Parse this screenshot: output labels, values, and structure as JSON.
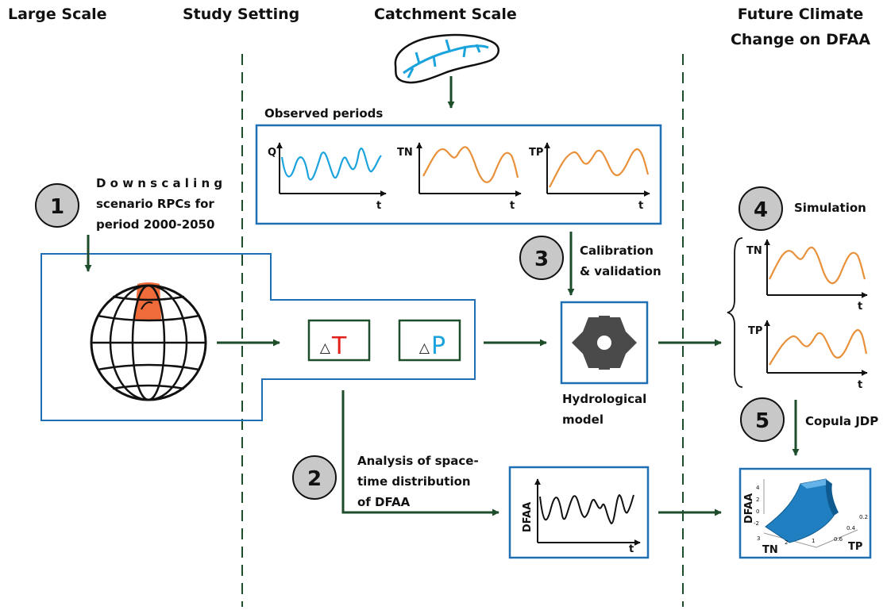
{
  "headers": {
    "large_scale": "Large Scale",
    "study_setting": "Study Setting",
    "catchment_scale": "Catchment Scale",
    "future_line1": "Future Climate",
    "future_line2": "Change on DFAA"
  },
  "steps": {
    "s1": {
      "num": "1",
      "line1": "D o w n s c a l i n g",
      "line2": "scenario RPCs for",
      "line3": "period 2000-2050"
    },
    "s2": {
      "num": "2",
      "line1": "Analysis of space-",
      "line2": "time    distribution",
      "line3": "of DFAA"
    },
    "s3": {
      "num": "3",
      "line1": "Calibration",
      "line2": "& validation"
    },
    "s4": {
      "num": "4",
      "label": "Simulation"
    },
    "s5": {
      "num": "5",
      "label": "Copula JDP"
    }
  },
  "observed": {
    "title": "Observed periods",
    "q": "Q",
    "tn": "TN",
    "tp": "TP",
    "t": "t"
  },
  "deltas": {
    "delta_symbol": "△",
    "t": "T",
    "p": "P"
  },
  "model": {
    "line1": "Hydrological",
    "line2": "model"
  },
  "simulation": {
    "tn": "TN",
    "tp": "TP",
    "t": "t"
  },
  "dfaa_plot": {
    "ylabel": "DFAA",
    "t": "t"
  },
  "copula": {
    "zlabel": "DFAA",
    "xlabel": "TN",
    "ylabel": "TP",
    "zticks": [
      "4",
      "2",
      "0",
      "-2"
    ],
    "xticks": [
      "3",
      "2",
      "1"
    ],
    "yticks": [
      "0.2",
      "0.4",
      "0.6"
    ]
  },
  "colors": {
    "box_blue": "#1f6fb4",
    "arrow_green": "#1e4d2b",
    "orange": "#e8913a",
    "cyan": "#1aa3dc",
    "red": "#e0201b",
    "grey_circle": "#c8c8c8",
    "map_orange": "#ef6b3a",
    "gear": "#4a4a4a",
    "surface": "#1f7fc0"
  }
}
